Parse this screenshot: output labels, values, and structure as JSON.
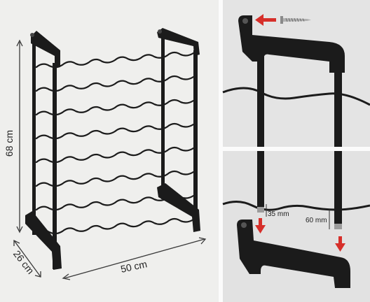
{
  "dimensions": {
    "height": "68 cm",
    "depth": "26 cm",
    "width": "50 cm"
  },
  "detail_measurements": {
    "left_rod": "35 mm",
    "right_rod": "60 mm"
  },
  "colors": {
    "frame": "#1b1b1b",
    "arrow": "#d62f2a",
    "dimension_line": "#3a3a3a",
    "background": "#ececea"
  },
  "icons": [
    "screw-icon",
    "arrow-left-icon",
    "arrow-down-icon"
  ]
}
